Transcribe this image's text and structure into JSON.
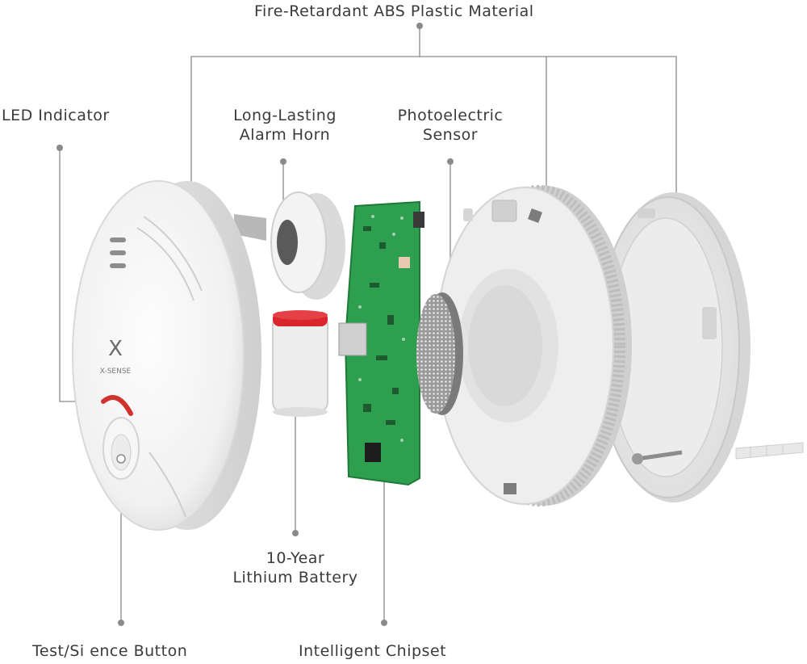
{
  "labels": {
    "material": "Fire-Retardant ABS Plastic Material",
    "led": "LED Indicator",
    "horn_line1": "Long-Lasting",
    "horn_line2": "Alarm Horn",
    "sensor_line1": "Photoelectric",
    "sensor_line2": "Sensor",
    "battery_line1": "10-Year",
    "battery_line2": "Lithium Battery",
    "button": "Test/Si ence Button",
    "chipset": "Intelligent Chipset"
  },
  "brand": {
    "logo": "X",
    "name": "X-SENSE"
  },
  "colors": {
    "leader_line": "#8a8a8a",
    "label_text": "#3a3a3a",
    "housing": "#f3f3f3",
    "pcb": "#2e9e4f",
    "battery_cap": "#d8262c",
    "led": "#d0332e"
  }
}
